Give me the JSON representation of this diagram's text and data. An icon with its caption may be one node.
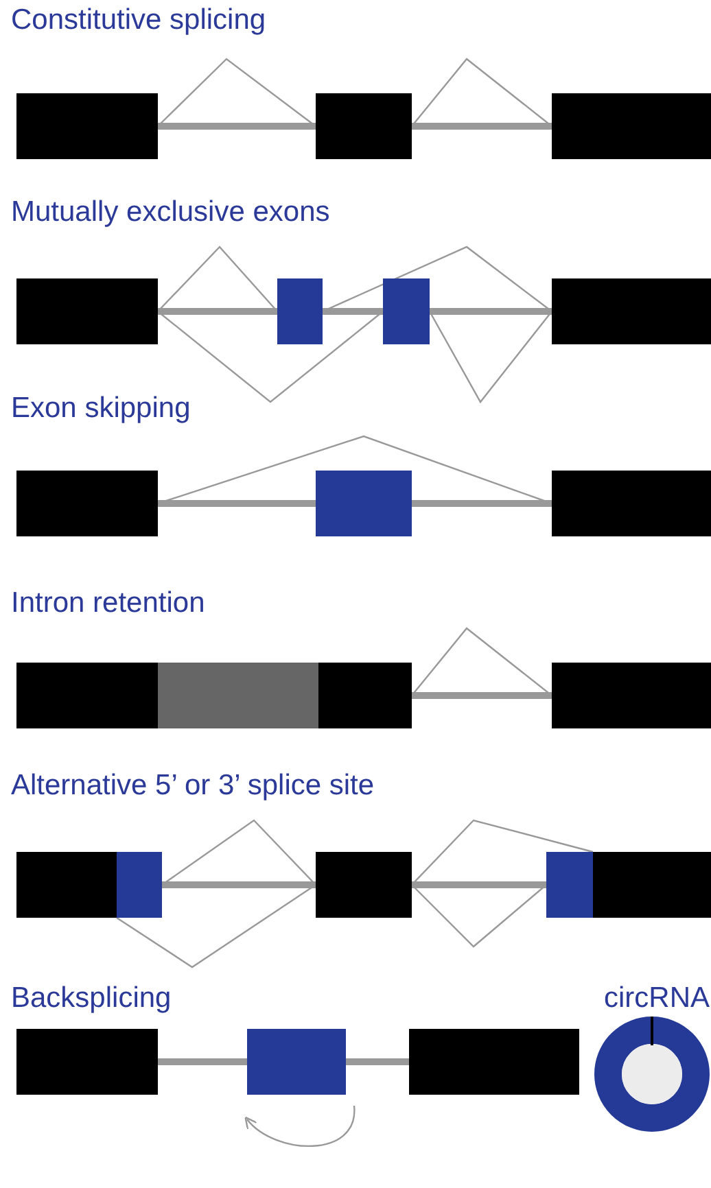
{
  "diagram": {
    "labels": [
      "Constitutive splicing",
      "Mutually exclusive exons",
      "Exon skipping",
      "Intron retention",
      "Alternative 5’ or 3’ splice site",
      "Backsplicing",
      "circRNA"
    ]
  }
}
